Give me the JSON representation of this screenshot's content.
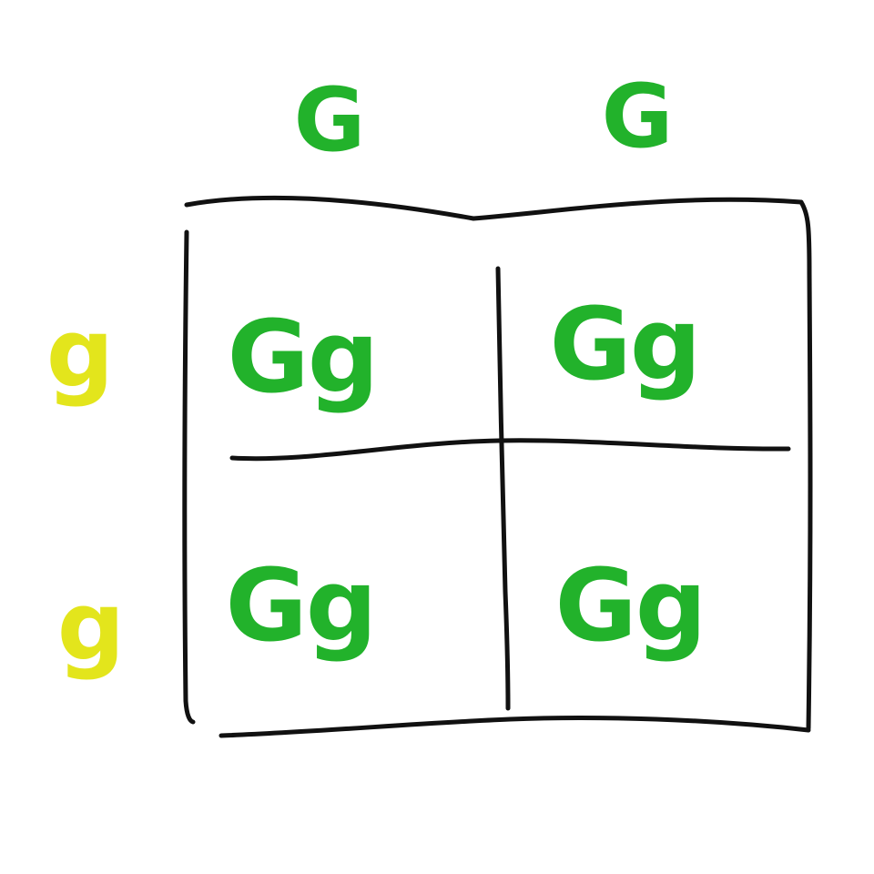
{
  "punnett": {
    "top_alleles": [
      "G",
      "G"
    ],
    "left_alleles": [
      "g",
      "g"
    ],
    "cells": [
      [
        "Gg",
        "Gg"
      ],
      [
        "Gg",
        "Gg"
      ]
    ]
  },
  "colors": {
    "dominant": "#22b22b",
    "recessive": "#e3e51c",
    "grid": "#111111",
    "background": "#ffffff"
  }
}
